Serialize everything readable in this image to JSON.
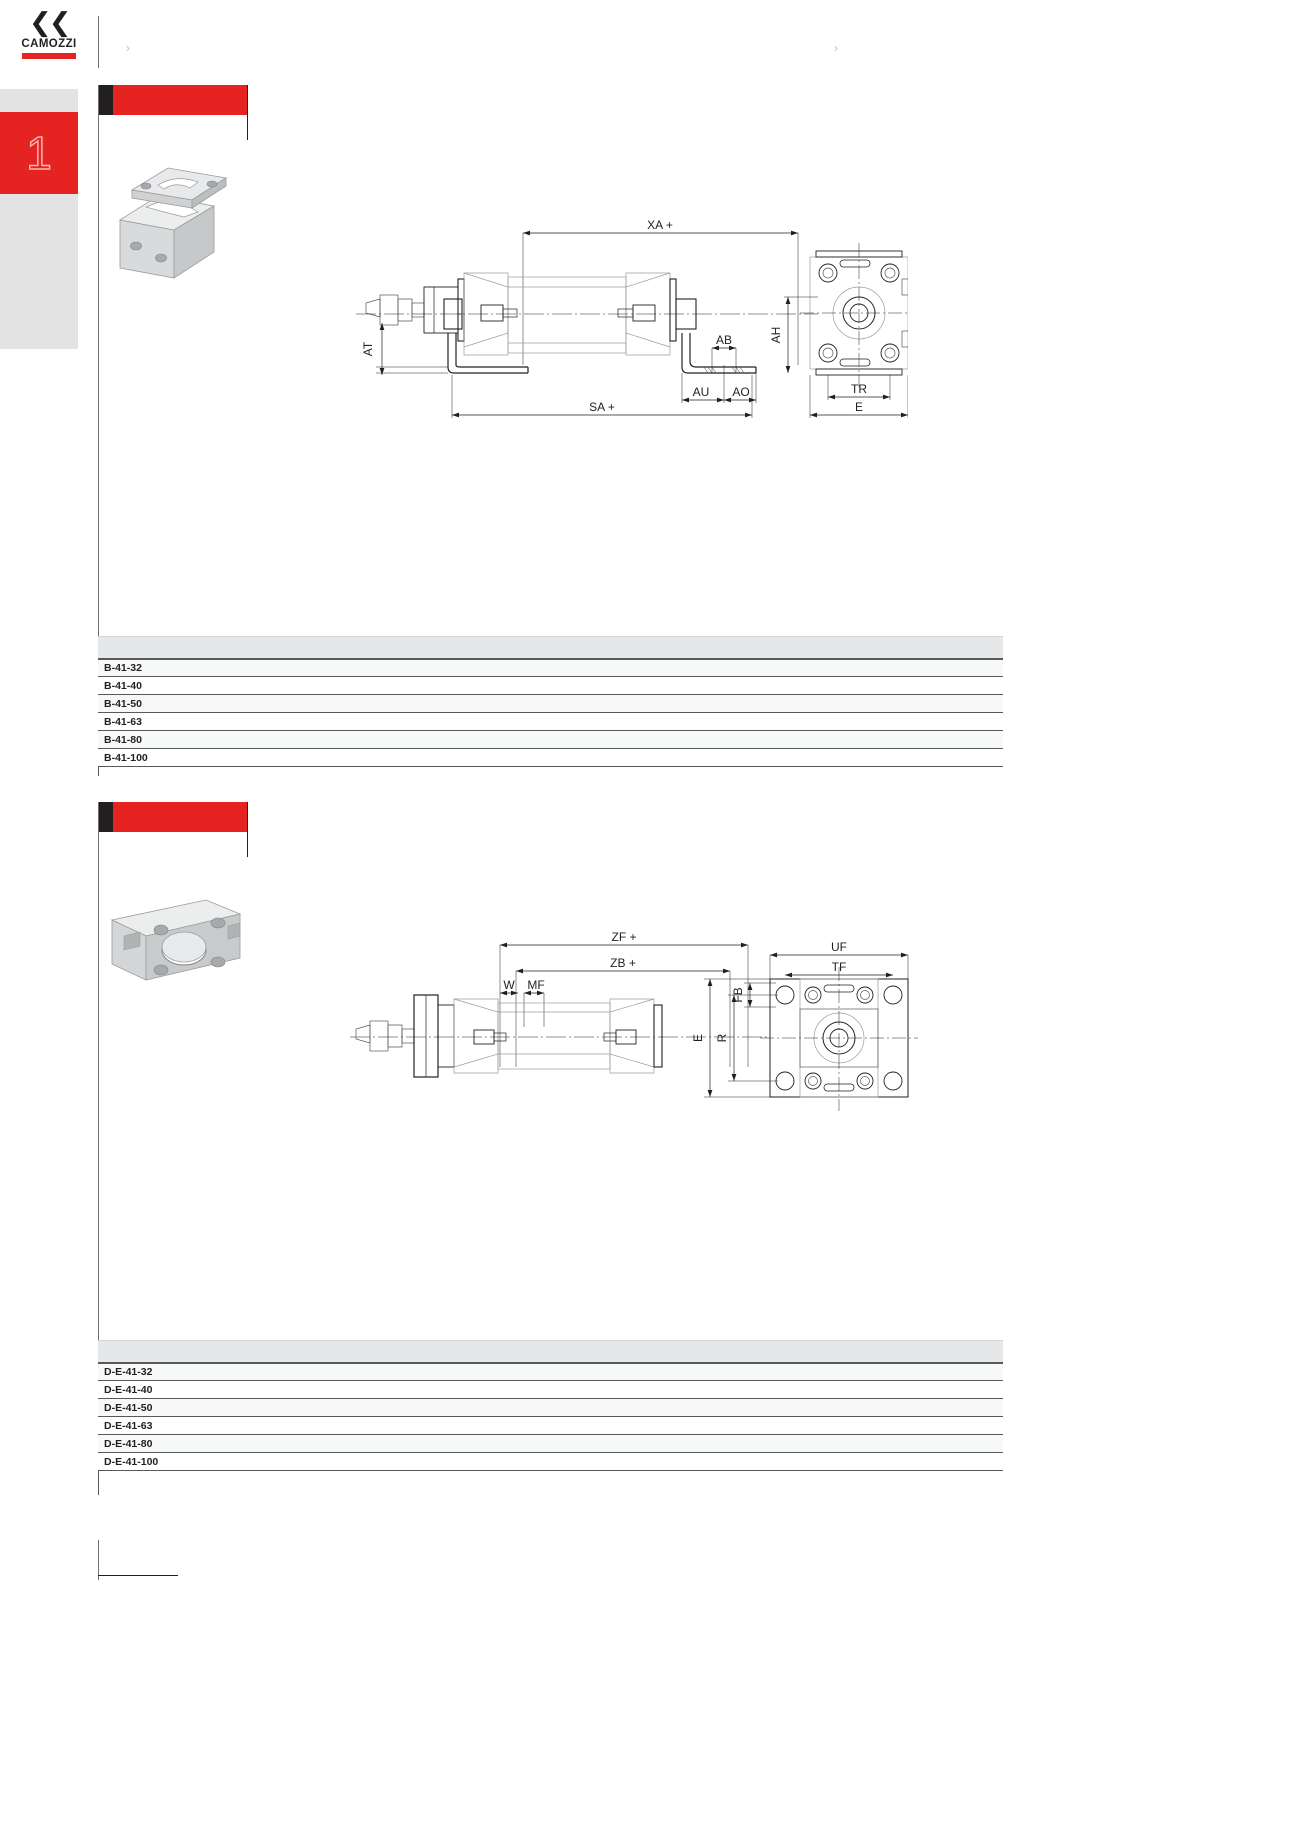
{
  "brand": {
    "name": "CAMOZZI",
    "mark": "❮❮"
  },
  "chapter": {
    "number": "1"
  },
  "breadcrumb": {
    "left_items": [
      "",
      ""
    ],
    "separator": "›",
    "right_items": [
      "",
      ""
    ]
  },
  "sections": [
    {
      "id": "foot-bracket",
      "title": "",
      "photo_name": "foot-bracket-photo",
      "drawing": {
        "name": "foot-bracket-dimension-drawing",
        "labels": [
          "XA +",
          "AT",
          "AB",
          "AH",
          "AU",
          "AO",
          "SA +",
          "TR",
          "E"
        ]
      },
      "table": {
        "headers": [
          "",
          "",
          "",
          "",
          "",
          "",
          "",
          "",
          ""
        ],
        "rows": [
          {
            "code": "B-41-32",
            "values": [
              "",
              "",
              "",
              "",
              "",
              "",
              "",
              ""
            ]
          },
          {
            "code": "B-41-40",
            "values": [
              "",
              "",
              "",
              "",
              "",
              "",
              "",
              ""
            ]
          },
          {
            "code": "B-41-50",
            "values": [
              "",
              "",
              "",
              "",
              "",
              "",
              "",
              ""
            ]
          },
          {
            "code": "B-41-63",
            "values": [
              "",
              "",
              "",
              "",
              "",
              "",
              "",
              ""
            ]
          },
          {
            "code": "B-41-80",
            "values": [
              "",
              "",
              "",
              "",
              "",
              "",
              "",
              ""
            ]
          },
          {
            "code": "B-41-100",
            "values": [
              "",
              "",
              "",
              "",
              "",
              "",
              "",
              ""
            ]
          }
        ]
      }
    },
    {
      "id": "flange-mount",
      "title": "",
      "photo_name": "flange-mount-photo",
      "drawing": {
        "name": "flange-mount-dimension-drawing",
        "labels": [
          "ZF +",
          "ZB +",
          "W",
          "MF",
          "UF",
          "TF",
          "FB",
          "E",
          "R"
        ]
      },
      "table": {
        "headers": [
          "",
          "",
          "",
          "",
          "",
          "",
          "",
          "",
          ""
        ],
        "rows": [
          {
            "code": "D-E-41-32",
            "values": [
              "",
              "",
              "",
              "",
              "",
              "",
              "",
              ""
            ]
          },
          {
            "code": "D-E-41-40",
            "values": [
              "",
              "",
              "",
              "",
              "",
              "",
              "",
              ""
            ]
          },
          {
            "code": "D-E-41-50",
            "values": [
              "",
              "",
              "",
              "",
              "",
              "",
              "",
              ""
            ]
          },
          {
            "code": "D-E-41-63",
            "values": [
              "",
              "",
              "",
              "",
              "",
              "",
              "",
              ""
            ]
          },
          {
            "code": "D-E-41-80",
            "values": [
              "",
              "",
              "",
              "",
              "",
              "",
              "",
              ""
            ]
          },
          {
            "code": "D-E-41-100",
            "values": [
              "",
              "",
              "",
              "",
              "",
              "",
              "",
              ""
            ]
          }
        ]
      }
    }
  ],
  "footer": {
    "text": ""
  },
  "colors": {
    "brand_red": "#e52421",
    "dark": "#231f20",
    "rule_gray": "#6d6e71",
    "header_gray": "#e6e7e8",
    "tab_gray": "#e3e3e3"
  }
}
